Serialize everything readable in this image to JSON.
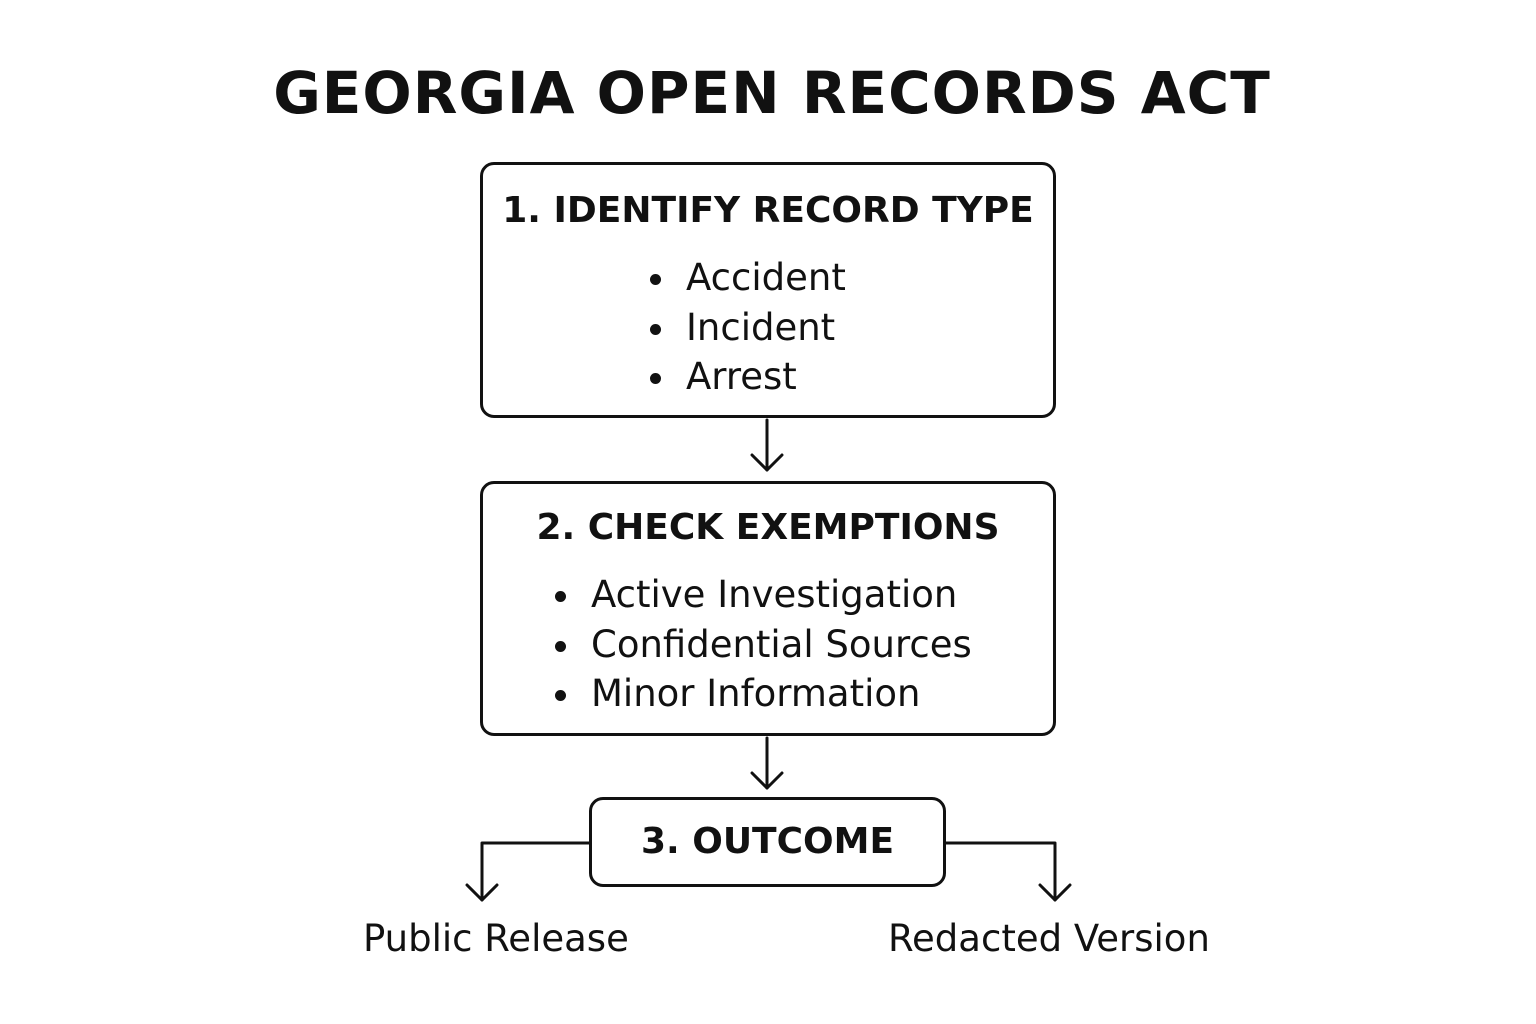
{
  "title": "GEORGIA OPEN RECORDS ACT",
  "steps": [
    {
      "heading": "1. IDENTIFY RECORD TYPE",
      "items": [
        "Accident",
        "Incident",
        "Arrest"
      ]
    },
    {
      "heading": "2. CHECK EXEMPTIONS",
      "items": [
        "Active Investigation",
        "Confidential Sources",
        "Minor Information"
      ]
    },
    {
      "heading": "3. OUTCOME",
      "items": []
    }
  ],
  "outcomes": [
    "Public Release",
    "Redacted Version"
  ],
  "colors": {
    "stroke": "#111111",
    "background": "#ffffff"
  }
}
